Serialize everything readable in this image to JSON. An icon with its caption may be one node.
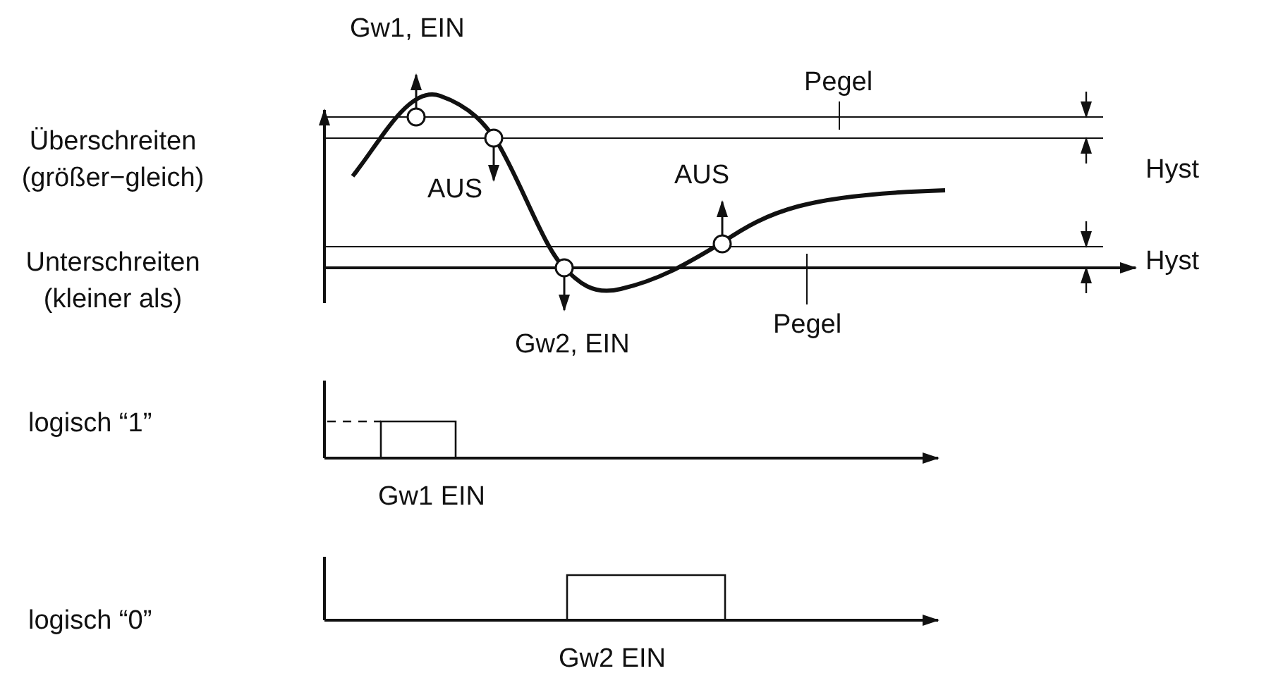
{
  "diagram": {
    "nodes": [
      {
        "text": [
          "Pegel"
        ]
      },
      {
        "text": [
          "Pegel"
        ]
      }
    ],
    "edges": [
      {
        "from": 0,
        "to": null,
        "arrow": "none"
      },
      {
        "from": 1,
        "to": null,
        "arrow": "none"
      }
    ],
    "labels": [
      "Gw1, EIN",
      "Überschreiten (größer−gleich)",
      "Hyst",
      "AUS",
      "AUS",
      "Unterschreiten (kleiner als)",
      "Hyst",
      "Gw2, EIN",
      "logisch “1”",
      "Gw1 EIN",
      "logisch “0”",
      "Gw2 EIN"
    ]
  }
}
